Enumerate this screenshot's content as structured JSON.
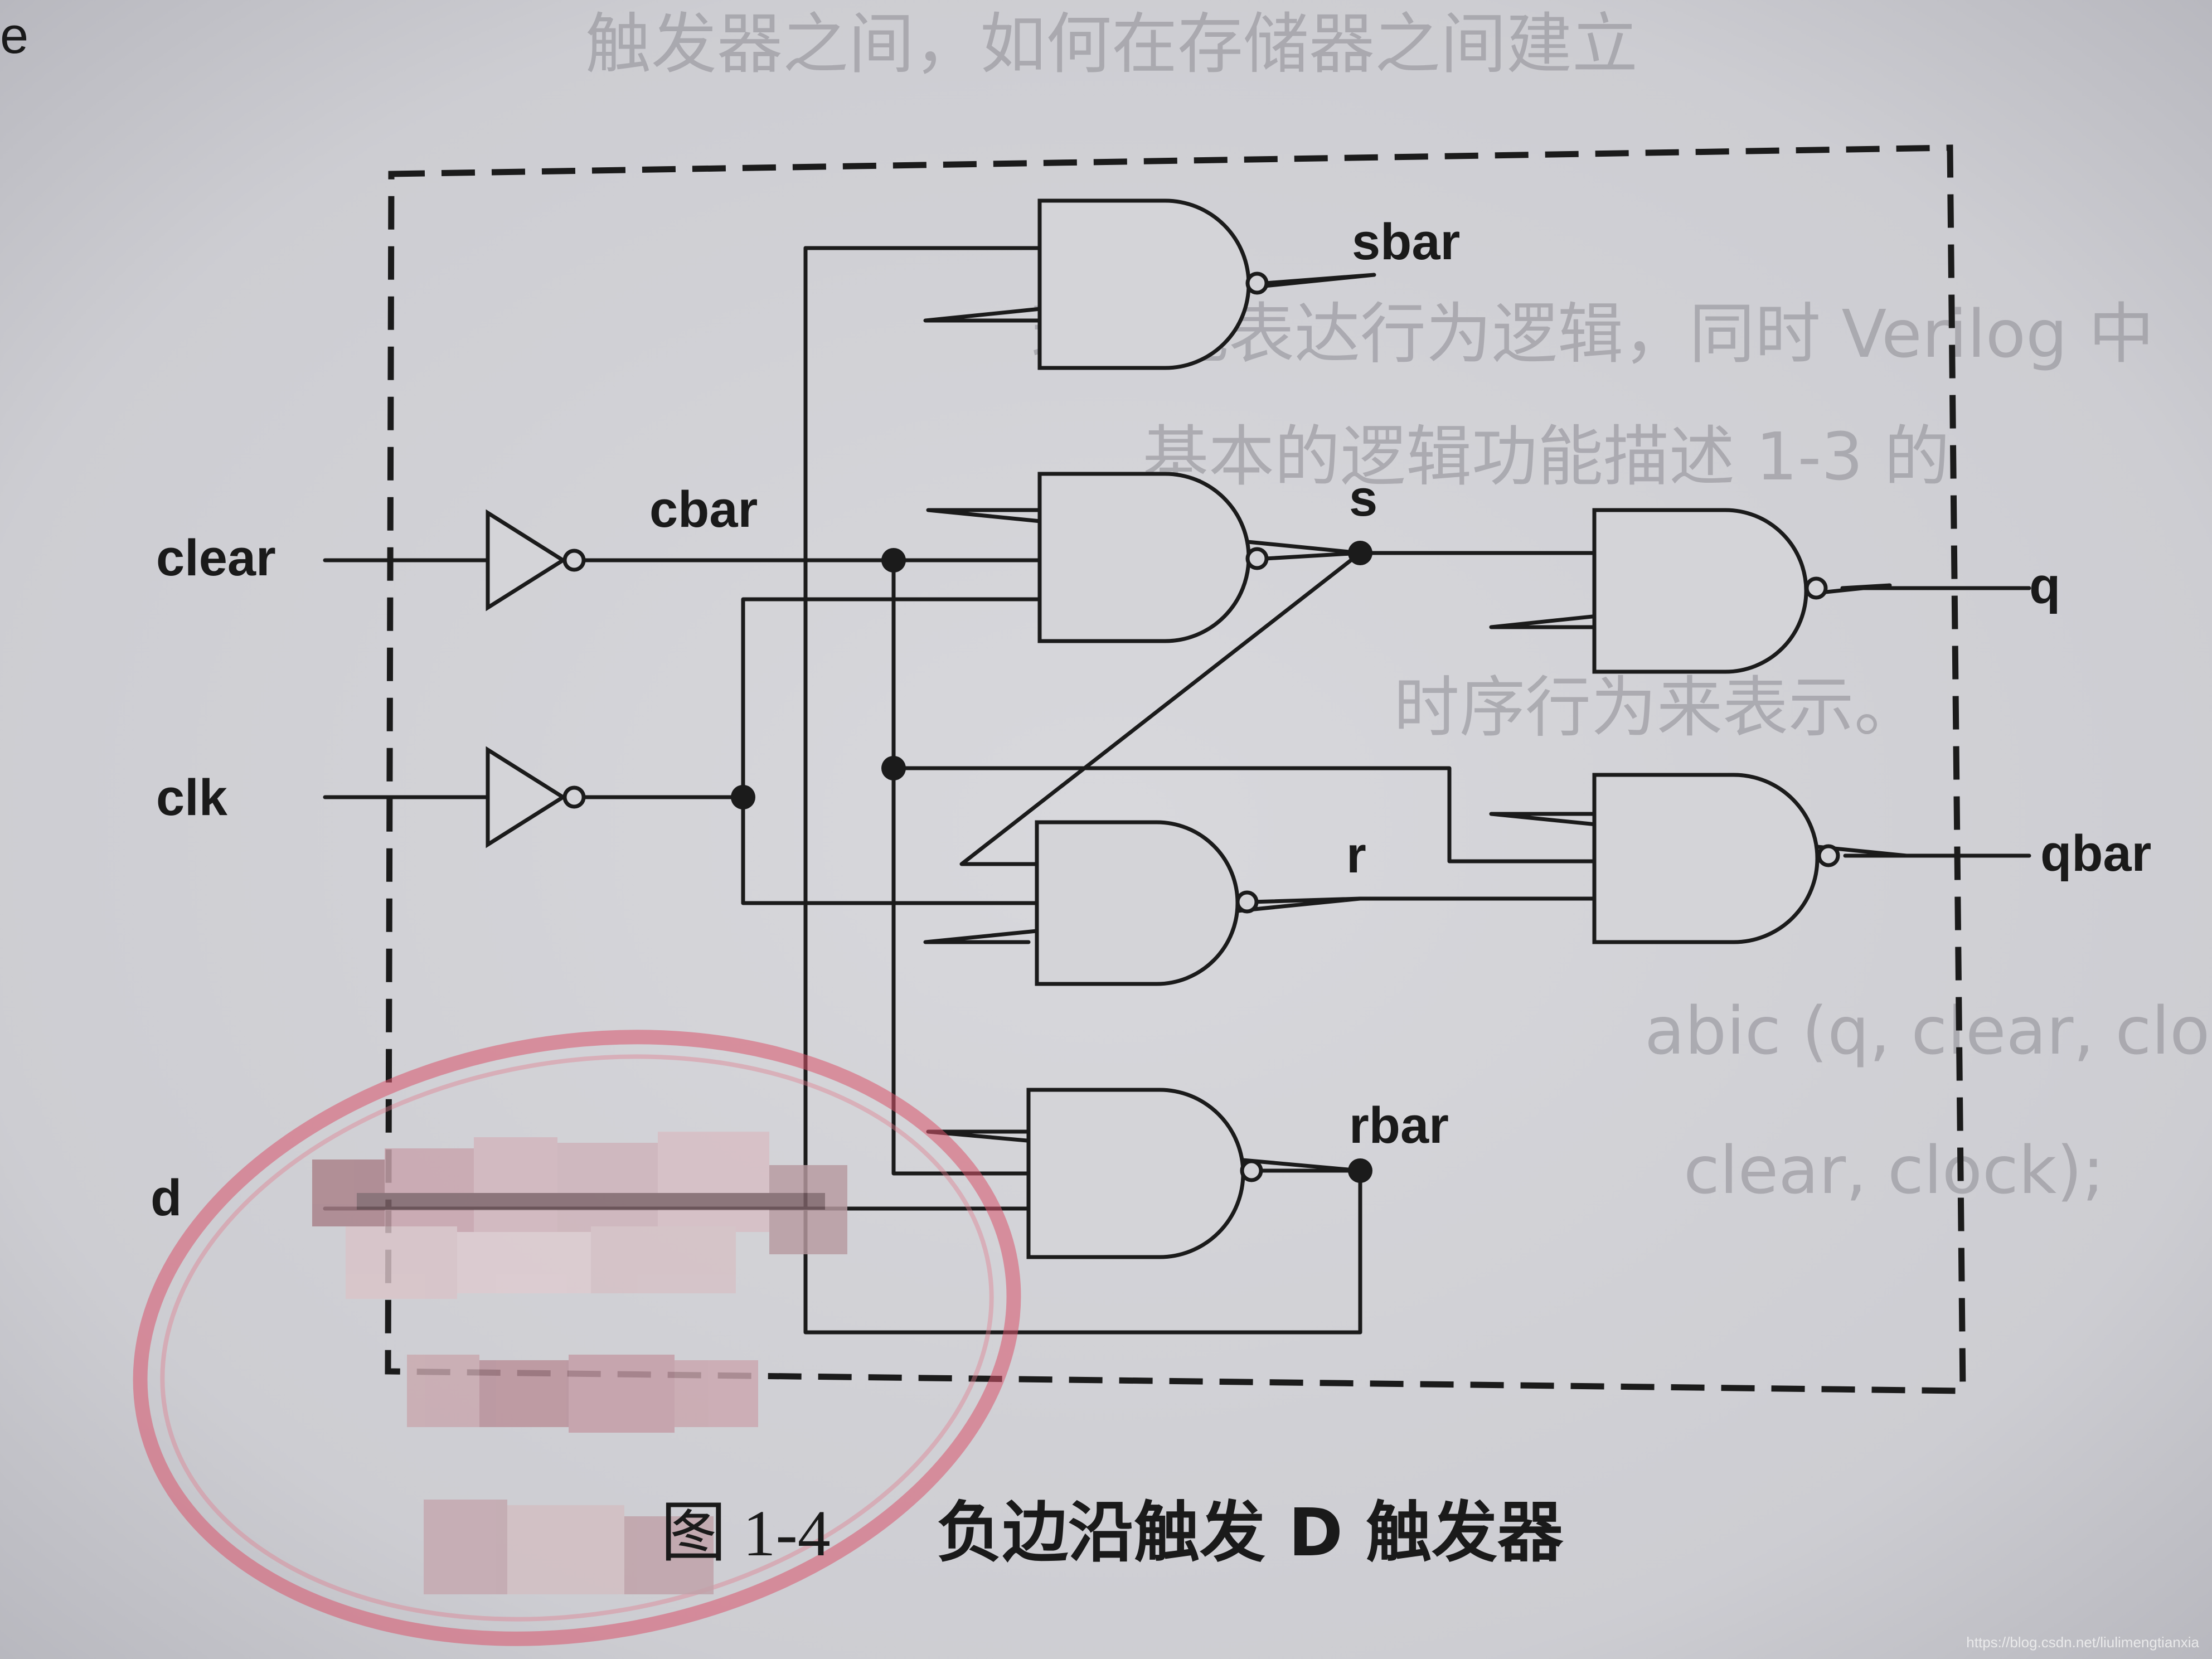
{
  "page_corner_text": "e",
  "bleed_through": [
    "触发器之间，如何在存储器之间建立",
    "理想地表达行为逻辑，同时 Verilog 中",
    "基本的逻辑功能描述 1-3 的",
    "时序行为来表示。",
    "abic (q, clear, clock);",
    "clear, clock);"
  ],
  "circuit": {
    "inputs": {
      "clear": "clear",
      "clk": "clk",
      "d": "d"
    },
    "internal": {
      "cbar": "cbar",
      "sbar": "sbar",
      "s": "s",
      "r": "r",
      "rbar": "rbar"
    },
    "outputs": {
      "q": "q",
      "qbar": "qbar"
    }
  },
  "caption": {
    "number": "图 1-4",
    "title": "负边沿触发 D 触发器"
  },
  "watermark": "https://blog.csdn.net/liulimengtianxia",
  "colors": {
    "paper": "#d4d4d8",
    "ink": "#1b1b1b",
    "stamp": "#d9536b"
  }
}
